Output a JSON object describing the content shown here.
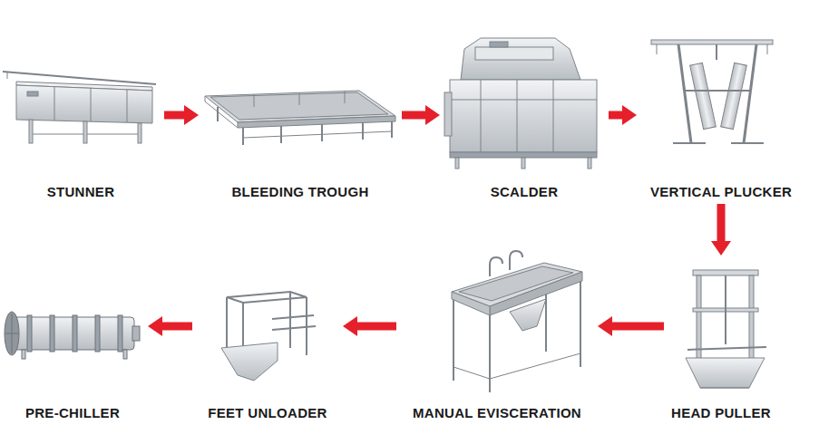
{
  "diagram": {
    "nodes": [
      {
        "text": [
          "STUNNER"
        ]
      },
      {
        "text": [
          "BLEEDING TROUGH"
        ]
      },
      {
        "text": [
          "SCALDER"
        ]
      },
      {
        "text": [
          "VERTICAL PLUCKER"
        ]
      },
      {
        "text": [
          "HEAD PULLER"
        ]
      },
      {
        "text": [
          "MANUAL EVISCERATION"
        ]
      },
      {
        "text": [
          "FEET UNLOADER"
        ]
      },
      {
        "text": [
          "PRE-CHILLER"
        ]
      }
    ],
    "edges": [
      {
        "from": 0,
        "to": 1,
        "arrow": "to"
      },
      {
        "from": 1,
        "to": 2,
        "arrow": "to"
      },
      {
        "from": 2,
        "to": 3,
        "arrow": "to"
      },
      {
        "from": 3,
        "to": 4,
        "arrow": "to"
      },
      {
        "from": 4,
        "to": 5,
        "arrow": "to"
      },
      {
        "from": 5,
        "to": 6,
        "arrow": "to"
      },
      {
        "from": 6,
        "to": 7,
        "arrow": "to"
      }
    ]
  }
}
